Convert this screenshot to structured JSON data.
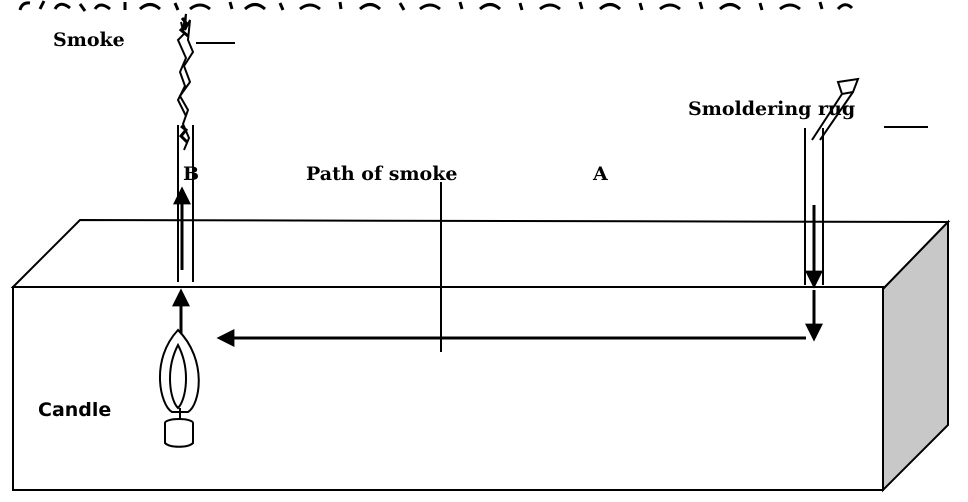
{
  "labels": {
    "smoke": "Smoke",
    "smoldering_rug": "Smoldering rug",
    "path_of_smoke": "Path of smoke",
    "chimney_a": "A",
    "chimney_b": "B",
    "candle": "Candle"
  },
  "colors": {
    "ink": "#000000",
    "box_side": "#c8c8c8",
    "background": "#ffffff"
  },
  "icons": [
    "candle-icon",
    "smoke-icon",
    "smoldering-rug-icon",
    "arrow-icon"
  ]
}
